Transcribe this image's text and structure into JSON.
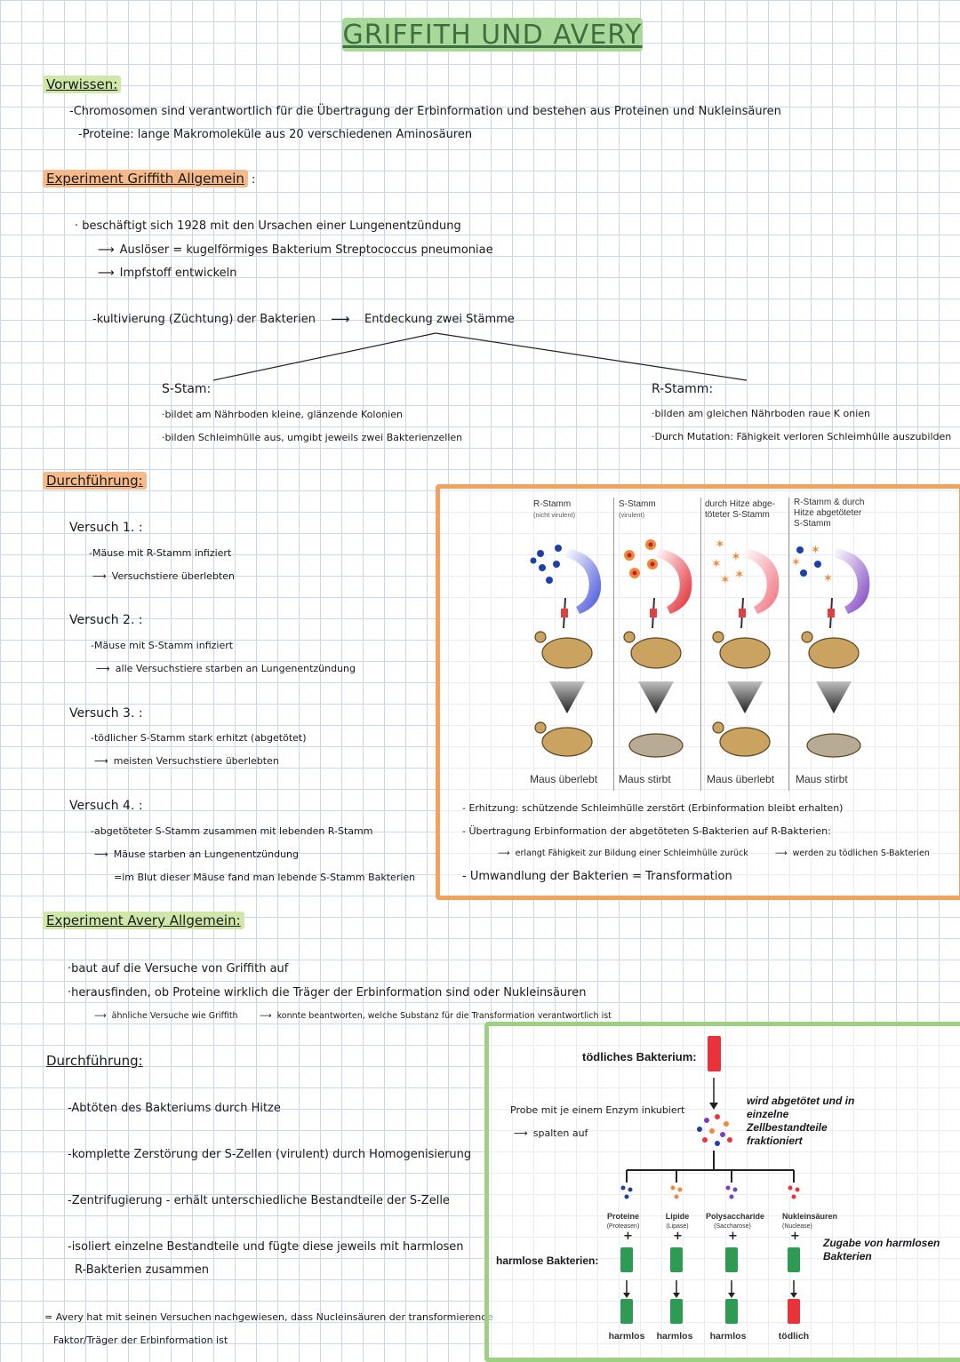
{
  "title": "GRIFFITH UND AVERY",
  "vorwissen": {
    "heading": "Vorwissen:",
    "items": [
      "-Chromosomen sind verantwortlich für die Übertragung der Erbinformation und bestehen aus Proteinen und Nukleinsäuren",
      "-Proteine: lange Makromoleküle aus 20 verschiedenen Aminosäuren"
    ]
  },
  "griffith": {
    "heading": "Experiment Griffith Allgemein",
    "intro": "beschäftigt sich 1928 mit den Ursachen einer Lungenentzündung",
    "sub1": "Auslöser = kugelförmiges Bakterium Streptococcus pneumoniae",
    "sub2": "Impfstoff entwickeln",
    "kultur": "-kultivierung (Züchtung) der Bakterien",
    "entdeckung": "Entdeckung zwei Stämme",
    "s_title": "S-Stam:",
    "s1": "bildet am Nährboden kleine, glänzende Kolonien",
    "s2": "bilden Schleimhülle aus, umgibt jeweils zwei Bakterienzellen",
    "r_title": "R-Stamm:",
    "r1": "bilden am gleichen Nährboden raue K onien",
    "r2": "Durch Mutation: Fähigkeit verloren Schleimhülle auszubilden"
  },
  "durchfuehrung1": {
    "heading": "Durchführung:",
    "v1_title": "Versuch 1.  :",
    "v1_a": "-Mäuse mit R-Stamm infiziert",
    "v1_b": "Versuchstiere überlebten",
    "v2_title": "Versuch 2. :",
    "v2_a": "-Mäuse mit S-Stamm infiziert",
    "v2_b": "alle Versuchstiere starben an Lungenentzündung",
    "v3_title": "Versuch 3.  :",
    "v3_a": "-tödlicher S-Stamm stark erhitzt (abgetötet)",
    "v3_b": "meisten Versuchstiere überlebten",
    "v4_title": "Versuch 4. :",
    "v4_a": "-abgetöteter S-Stamm zusammen mit lebenden R-Stamm",
    "v4_b": "Mäuse starben an Lungenentzündung",
    "v4_c": "=im Blut dieser Mäuse fand man lebende S-Stamm Bakterien"
  },
  "griffith_figure": {
    "p1_title": "R-Stamm",
    "p1_sub": "(nicht virulent)",
    "p2_title": "S-Stamm",
    "p2_sub": "(virulent)",
    "p3_title": "durch Hitze abge-\ntöteter S-Stamm",
    "p4_title": "R-Stamm & durch\nHitze abgetöteter\nS-Stamm",
    "c1": "Maus überlebt",
    "c2": "Maus stirbt",
    "c3": "Maus überlebt",
    "c4": "Maus stirbt",
    "colors": {
      "blue": "#1f3fa8",
      "red": "#d83a2a",
      "orange": "#f0883a",
      "mouse": "#c9a35f"
    }
  },
  "erkenntnis": {
    "e1": "- Erhitzung: schützende Schleimhülle zerstört (Erbinformation bleibt erhalten)",
    "e2": "- Übertragung Erbinformation der abgetöteten S-Bakterien auf R-Bakterien:",
    "e3a": "erlangt Fähigkeit zur Bildung einer Schleimhülle zurück",
    "e3b": "werden zu tödlichen S-Bakterien",
    "e4": "- Umwandlung der Bakterien = Transformation"
  },
  "avery": {
    "heading": "Experiment Avery Allgemein:",
    "a1": "baut auf die Versuche von Griffith auf",
    "a2": "herausfinden, ob Proteine wirklich die Träger der Erbinformation sind oder Nukleinsäuren",
    "a3a": "ähnliche Versuche wie Griffith",
    "a3b": "konnte beantworten, welche Substanz für die Transformation verantwortlich ist"
  },
  "durchfuehrung2": {
    "heading": "Durchführung:",
    "d1": "-Abtöten des Bakteriums durch Hitze",
    "d2": "-komplette Zerstörung der S-Zellen (virulent) durch Homogenisierung",
    "d3": "-Zentrifugierung - erhält unterschiedliche Bestandteile der S-Zelle",
    "d4a": "-isoliert einzelne Bestandteile und fügte diese jeweils mit harmlosen",
    "d4b": "R-Bakterien zusammen",
    "fazit_a": "= Avery hat mit seinen Versuchen nachgewiesen, dass Nucleinsäuren der transformierende",
    "fazit_b": "Faktor/Träger der Erbinformation ist"
  },
  "avery_figure": {
    "toedlich": "tödliches Bakterium:",
    "probe": "Probe mit je einem Enzym inkubiert",
    "spalten": "spalten auf",
    "abgetoetet": "wird abgetötet und in\neinzelne\nZellbestandteile\nfraktioniert",
    "f1": "Proteine",
    "f1s": "(Proteasen)",
    "f2": "Lipide",
    "f2s": "(Lipase)",
    "f3": "Polysaccharide",
    "f3s": "(Saccharose)",
    "f4": "Nukleinsäuren",
    "f4s": "(Nuclease)",
    "harmlos_label": "harmlose Bakterien:",
    "zugabe": "Zugabe von harmlosen\nBakterien",
    "r1": "harmlos",
    "r2": "harmlos",
    "r3": "harmlos",
    "r4": "tödlich",
    "colors": {
      "green": "#2f9a54",
      "red": "#e8333a"
    }
  }
}
